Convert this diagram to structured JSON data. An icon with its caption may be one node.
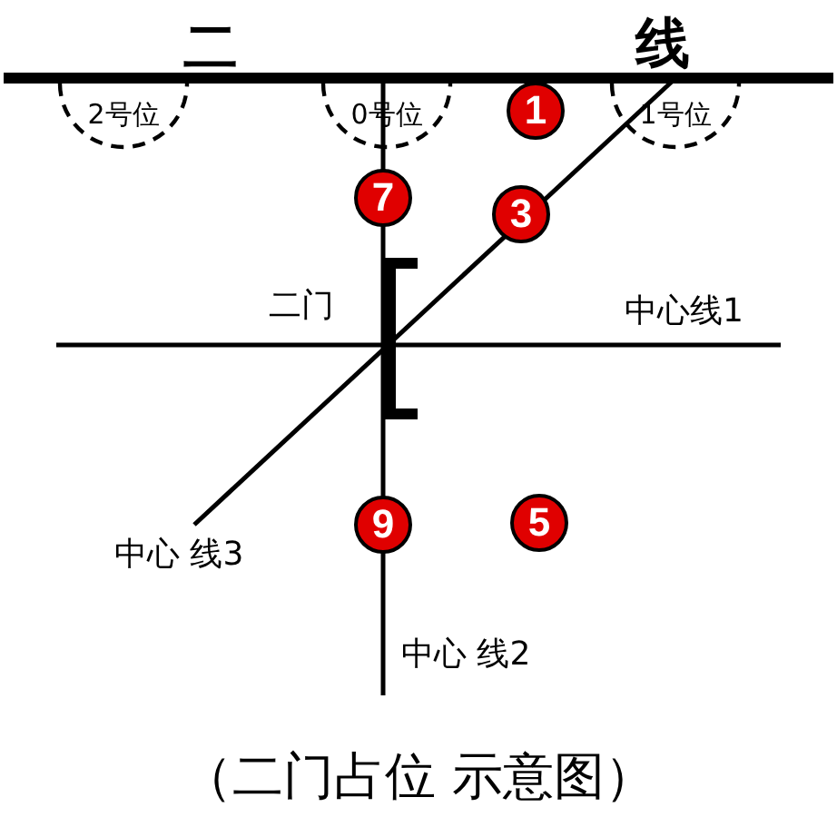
{
  "diagram": {
    "caption": "（二门占位 示意图）",
    "nodes": [
      {
        "text": [
          "2号位"
        ]
      },
      {
        "text": [
          "0号位"
        ]
      },
      {
        "text": [
          "1"
        ]
      },
      {
        "text": [
          "1号位"
        ]
      },
      {
        "text": [
          "7"
        ]
      },
      {
        "text": [
          "3"
        ]
      },
      {
        "text": [
          "9"
        ]
      },
      {
        "text": [
          "5"
        ]
      }
    ],
    "labels": [
      "二",
      "线",
      "二门",
      "中心线1",
      "中心 线3",
      "中心 线2"
    ]
  }
}
